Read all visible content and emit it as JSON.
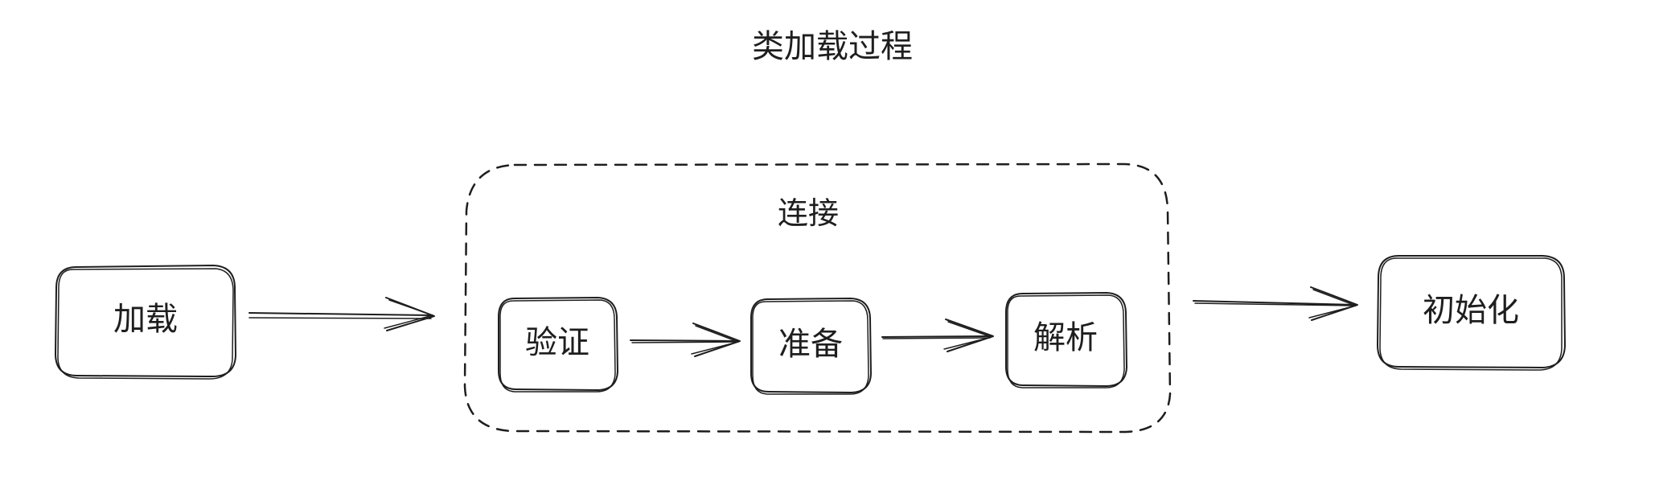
{
  "diagram": {
    "title": "类加载过程",
    "group": {
      "label": "连接",
      "style": "dashed-rounded"
    },
    "nodes": [
      {
        "id": "load",
        "label": "加载"
      },
      {
        "id": "verify",
        "label": "验证"
      },
      {
        "id": "prepare",
        "label": "准备"
      },
      {
        "id": "resolve",
        "label": "解析"
      },
      {
        "id": "init",
        "label": "初始化"
      }
    ],
    "edges": [
      {
        "from": "load",
        "to": "link-group"
      },
      {
        "from": "verify",
        "to": "prepare"
      },
      {
        "from": "prepare",
        "to": "resolve"
      },
      {
        "from": "link-group",
        "to": "init"
      }
    ],
    "colors": {
      "stroke": "#1e1e1e",
      "background": "#ffffff"
    }
  }
}
